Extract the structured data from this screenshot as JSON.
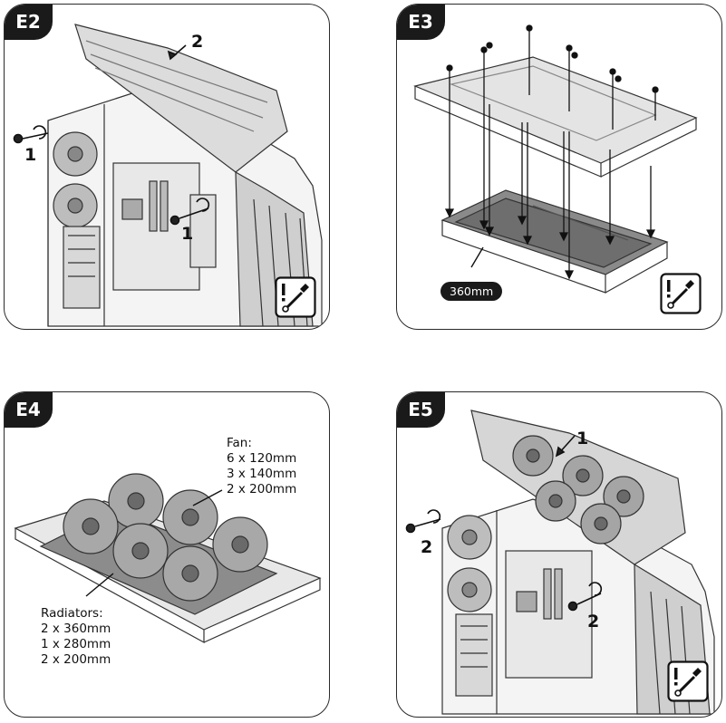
{
  "panels": {
    "e2": {
      "tag": "E2",
      "callouts": [
        "1",
        "1",
        "2"
      ]
    },
    "e3": {
      "tag": "E3",
      "size_label": "360mm"
    },
    "e4": {
      "tag": "E4",
      "fan_title": "Fan:",
      "fan_items": [
        "6 x 120mm",
        "3 x 140mm",
        "2 x 200mm"
      ],
      "rad_title": "Radiators:",
      "rad_items": [
        "2 x 360mm",
        "1 x 280mm",
        "2 x 200mm"
      ]
    },
    "e5": {
      "tag": "E5",
      "callouts": [
        "1",
        "2",
        "2"
      ]
    }
  },
  "icons": {
    "tool": "screwdriver-caution-icon",
    "screw": "screw-icon",
    "rotate": "rotate-arrow-icon",
    "fan": "fan-icon"
  }
}
